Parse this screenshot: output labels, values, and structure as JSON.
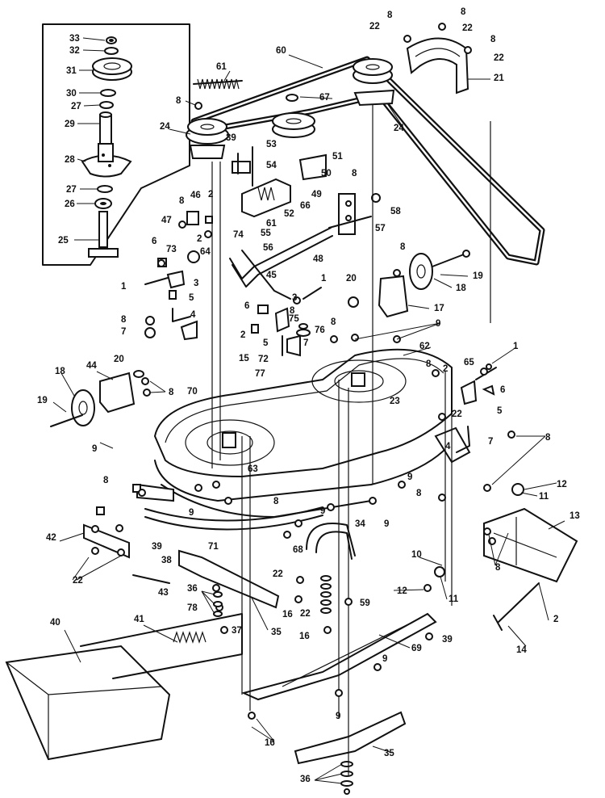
{
  "callouts": [
    {
      "id": "c33",
      "text": "33"
    },
    {
      "id": "c32",
      "text": "32"
    },
    {
      "id": "c31",
      "text": "31"
    },
    {
      "id": "c30",
      "text": "30"
    },
    {
      "id": "c27a",
      "text": "27"
    },
    {
      "id": "c29",
      "text": "29"
    },
    {
      "id": "c28",
      "text": "28"
    },
    {
      "id": "c27b",
      "text": "27"
    },
    {
      "id": "c26",
      "text": "26"
    },
    {
      "id": "c25",
      "text": "25"
    },
    {
      "id": "c61a",
      "text": "61"
    },
    {
      "id": "c60",
      "text": "60"
    },
    {
      "id": "c8a",
      "text": "8"
    },
    {
      "id": "c22a",
      "text": "22"
    },
    {
      "id": "c8b",
      "text": "8"
    },
    {
      "id": "c22b",
      "text": "22"
    },
    {
      "id": "c8c",
      "text": "8"
    },
    {
      "id": "c22c",
      "text": "22"
    },
    {
      "id": "c21",
      "text": "21"
    },
    {
      "id": "c8d",
      "text": "8"
    },
    {
      "id": "c67",
      "text": "67"
    },
    {
      "id": "c24a",
      "text": "24"
    },
    {
      "id": "c24b",
      "text": "24"
    },
    {
      "id": "c39a",
      "text": "39"
    },
    {
      "id": "c53",
      "text": "53"
    },
    {
      "id": "c51",
      "text": "51"
    },
    {
      "id": "c54",
      "text": "54"
    },
    {
      "id": "c50",
      "text": "50"
    },
    {
      "id": "c8e",
      "text": "8"
    },
    {
      "id": "c49",
      "text": "49"
    },
    {
      "id": "c66",
      "text": "66"
    },
    {
      "id": "c61b",
      "text": "61"
    },
    {
      "id": "c58",
      "text": "58"
    },
    {
      "id": "c52",
      "text": "52"
    },
    {
      "id": "c55",
      "text": "55"
    },
    {
      "id": "c74",
      "text": "74"
    },
    {
      "id": "c57",
      "text": "57"
    },
    {
      "id": "c56",
      "text": "56"
    },
    {
      "id": "c46",
      "text": "46"
    },
    {
      "id": "c8f",
      "text": "8"
    },
    {
      "id": "c2a",
      "text": "2"
    },
    {
      "id": "c47",
      "text": "47"
    },
    {
      "id": "c2b",
      "text": "2"
    },
    {
      "id": "c73",
      "text": "73"
    },
    {
      "id": "c64",
      "text": "64"
    },
    {
      "id": "c6a",
      "text": "6"
    },
    {
      "id": "c48",
      "text": "48"
    },
    {
      "id": "c8g",
      "text": "8"
    },
    {
      "id": "c19a",
      "text": "19"
    },
    {
      "id": "c45",
      "text": "45"
    },
    {
      "id": "c3a",
      "text": "3"
    },
    {
      "id": "c1a",
      "text": "1"
    },
    {
      "id": "c1b",
      "text": "1"
    },
    {
      "id": "c20a",
      "text": "20"
    },
    {
      "id": "c18a",
      "text": "18"
    },
    {
      "id": "c5a",
      "text": "5"
    },
    {
      "id": "c17",
      "text": "17"
    },
    {
      "id": "c3b",
      "text": "3"
    },
    {
      "id": "c6b",
      "text": "6"
    },
    {
      "id": "c4a",
      "text": "4"
    },
    {
      "id": "c8h",
      "text": "8"
    },
    {
      "id": "c8i",
      "text": "8"
    },
    {
      "id": "c75",
      "text": "75"
    },
    {
      "id": "c8j",
      "text": "8"
    },
    {
      "id": "c9a",
      "text": "9"
    },
    {
      "id": "c7a",
      "text": "7"
    },
    {
      "id": "c2c",
      "text": "2"
    },
    {
      "id": "c76",
      "text": "76"
    },
    {
      "id": "c5b",
      "text": "5"
    },
    {
      "id": "c7b",
      "text": "7"
    },
    {
      "id": "c62",
      "text": "62"
    },
    {
      "id": "c1c",
      "text": "1"
    },
    {
      "id": "c15",
      "text": "15"
    },
    {
      "id": "c72",
      "text": "72"
    },
    {
      "id": "c77",
      "text": "77"
    },
    {
      "id": "c8k",
      "text": "8"
    },
    {
      "id": "c2d",
      "text": "2"
    },
    {
      "id": "c65",
      "text": "65"
    },
    {
      "id": "c20b",
      "text": "20"
    },
    {
      "id": "c44",
      "text": "44"
    },
    {
      "id": "c6c",
      "text": "6"
    },
    {
      "id": "c18b",
      "text": "18"
    },
    {
      "id": "c8l",
      "text": "8"
    },
    {
      "id": "c70",
      "text": "70"
    },
    {
      "id": "c23",
      "text": "23"
    },
    {
      "id": "c19b",
      "text": "19"
    },
    {
      "id": "c22d",
      "text": "22"
    },
    {
      "id": "c5c",
      "text": "5"
    },
    {
      "id": "c4b",
      "text": "4"
    },
    {
      "id": "c7c",
      "text": "7"
    },
    {
      "id": "c8m",
      "text": "8"
    },
    {
      "id": "c9b",
      "text": "9"
    },
    {
      "id": "c63",
      "text": "63"
    },
    {
      "id": "c9c",
      "text": "9"
    },
    {
      "id": "c8n",
      "text": "8"
    },
    {
      "id": "c12a",
      "text": "12"
    },
    {
      "id": "c11a",
      "text": "11"
    },
    {
      "id": "c8o",
      "text": "8"
    },
    {
      "id": "c9d",
      "text": "9"
    },
    {
      "id": "c8p",
      "text": "8"
    },
    {
      "id": "c9e",
      "text": "9"
    },
    {
      "id": "c13",
      "text": "13"
    },
    {
      "id": "c42",
      "text": "42"
    },
    {
      "id": "c34",
      "text": "34"
    },
    {
      "id": "c9f",
      "text": "9"
    },
    {
      "id": "c71",
      "text": "71"
    },
    {
      "id": "c39b",
      "text": "39"
    },
    {
      "id": "c38",
      "text": "38"
    },
    {
      "id": "c68",
      "text": "68"
    },
    {
      "id": "c10",
      "text": "10"
    },
    {
      "id": "c8q",
      "text": "8"
    },
    {
      "id": "c22e",
      "text": "22"
    },
    {
      "id": "c43",
      "text": "43"
    },
    {
      "id": "c22f",
      "text": "22"
    },
    {
      "id": "c36a",
      "text": "36"
    },
    {
      "id": "c78",
      "text": "78"
    },
    {
      "id": "c12b",
      "text": "12"
    },
    {
      "id": "c11b",
      "text": "11"
    },
    {
      "id": "c16a",
      "text": "16"
    },
    {
      "id": "c59",
      "text": "59"
    },
    {
      "id": "c22g",
      "text": "22"
    },
    {
      "id": "c2e",
      "text": "2"
    },
    {
      "id": "c40",
      "text": "40"
    },
    {
      "id": "c41",
      "text": "41"
    },
    {
      "id": "c37",
      "text": "37"
    },
    {
      "id": "c35a",
      "text": "35"
    },
    {
      "id": "c16b",
      "text": "16"
    },
    {
      "id": "c39c",
      "text": "39"
    },
    {
      "id": "c69",
      "text": "69"
    },
    {
      "id": "c14",
      "text": "14"
    },
    {
      "id": "c9g",
      "text": "9"
    },
    {
      "id": "c9h",
      "text": "9"
    },
    {
      "id": "c16c",
      "text": "16"
    },
    {
      "id": "c35b",
      "text": "35"
    },
    {
      "id": "c36b",
      "text": "36"
    }
  ]
}
